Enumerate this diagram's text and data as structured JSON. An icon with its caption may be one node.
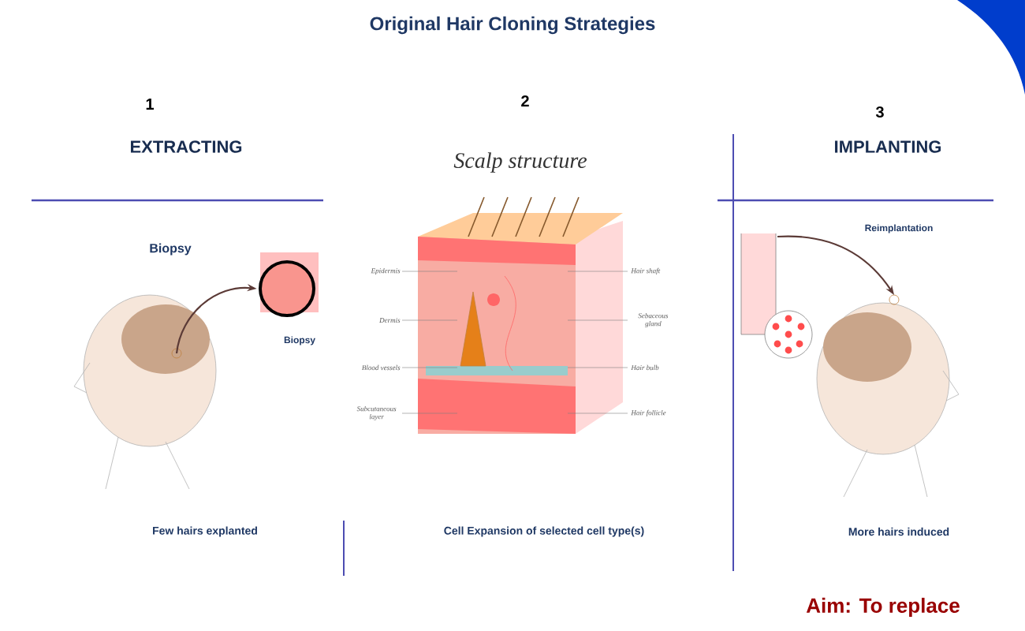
{
  "diagram": {
    "title": "Original Hair Cloning Strategies",
    "nodes": [
      {
        "text": [],
        "shape": "picture"
      },
      {
        "text": [],
        "shape": "picture",
        "beside": [
          "Biopsy"
        ]
      },
      {
        "text": [],
        "shape": "picture"
      },
      {
        "text": [],
        "shape": "picture"
      }
    ],
    "edges": [
      {
        "from": 0,
        "to": 1,
        "arrow": "to"
      },
      {
        "from": 2,
        "to": 3,
        "arrow": "to"
      }
    ],
    "labels": [
      "1",
      "EXTRACTING",
      "2",
      "Scalp structure",
      "3",
      "IMPLANTING",
      "Biopsy",
      "Epidermis",
      "Dermis",
      "Blood vessels",
      "Subcutaneous layer",
      "Hair shaft",
      "Sebaceous gland",
      "Hair bulb",
      "Hair follicle",
      "Reimplantation",
      "Few hairs explanted",
      "Cell Expansion of selected cell type(s)",
      "More hairs induced",
      "Aim: To replace"
    ]
  }
}
